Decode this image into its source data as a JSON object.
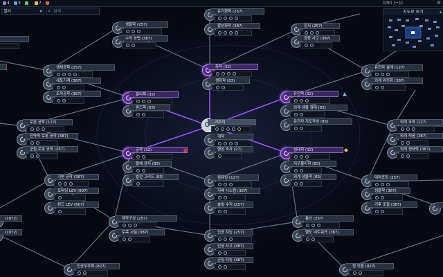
{
  "topbar": {
    "resources": [
      {
        "icon": "culture-icon",
        "value": "4",
        "color": "#9b7bd8"
      },
      {
        "icon": "science-icon",
        "value": "3",
        "color": "#4aa8e8"
      },
      {
        "icon": "food-icon",
        "value": "",
        "color": "#6cc46a"
      },
      {
        "icon": "energy-icon",
        "value": "7",
        "color": "#e8c23a"
      },
      {
        "icon": "influence-icon",
        "value": "",
        "color": "#d86060"
      }
    ],
    "turn_info": "0/90 (+1)"
  },
  "filter": {
    "value": "필터"
  },
  "search": {
    "placeholder": "검색"
  },
  "minimap": {
    "title": "지도로 보기"
  },
  "techs": [
    {
      "id": "t0",
      "name": "생물학 (257)",
      "state": "normal"
    },
    {
      "id": "t1",
      "name": "수직 농법 (387)",
      "state": "normal"
    },
    {
      "id": "t2",
      "name": "유기화학 (257)",
      "state": "normal"
    },
    {
      "id": "t3",
      "name": "합성화학 (387)",
      "state": "normal"
    },
    {
      "id": "t4",
      "name": "진지 (257)",
      "state": "normal"
    },
    {
      "id": "t5",
      "name": "공동 사고 (387)",
      "state": "normal"
    },
    {
      "id": "t6",
      "name": "유전자 설계 (127)",
      "state": "normal"
    },
    {
      "id": "t7",
      "name": "외계 위진화 (387)",
      "state": "normal"
    },
    {
      "id": "t8",
      "name": "생체공학 (257)",
      "state": "normal"
    },
    {
      "id": "t9",
      "name": "세포기계 (387)",
      "state": "normal"
    },
    {
      "id": "t10",
      "name": "조직공학 (387)",
      "state": "normal"
    },
    {
      "id": "t11",
      "name": "화학 (32)",
      "state": "avail"
    },
    {
      "id": "t12",
      "name": "생화학 (83)",
      "state": "normal"
    },
    {
      "id": "t13",
      "name": "물리학 (32)",
      "state": "avail"
    },
    {
      "id": "t14",
      "name": "핀드학 (83)",
      "state": "normal"
    },
    {
      "id": "t15",
      "name": "유전학 (32)",
      "state": "avail"
    },
    {
      "id": "t16",
      "name": "외계 생물 형태 (83)",
      "state": "normal"
    },
    {
      "id": "t17",
      "name": "유전자 지도작성 (83)",
      "state": "normal"
    },
    {
      "id": "t18",
      "name": "로봇 공학 (127)",
      "state": "normal"
    },
    {
      "id": "t19",
      "name": "전략적 로봇 공학 (387)",
      "state": "normal"
    },
    {
      "id": "t20",
      "name": "군집 로봇 공학 (257)",
      "state": "normal"
    },
    {
      "id": "t21",
      "name": "거주지",
      "state": "done"
    },
    {
      "id": "t22",
      "name": "개척",
      "state": "normal"
    },
    {
      "id": "t23",
      "name": "행성 조사 (27)",
      "state": "normal"
    },
    {
      "id": "t24",
      "name": "외계 과학 (127)",
      "state": "normal"
    },
    {
      "id": "t25",
      "name": "외계 적응 (387)",
      "state": "normal"
    },
    {
      "id": "t26",
      "name": "외계 생태학 (387)",
      "state": "normal"
    },
    {
      "id": "t27",
      "name": "공학 (32)",
      "state": "avail"
    },
    {
      "id": "t28",
      "name": "물체 감지 (83)",
      "state": "normal"
    },
    {
      "id": "t29",
      "name": "발전 그리드 (83)",
      "state": "normal"
    },
    {
      "id": "t30",
      "name": "생태학 (32)",
      "state": "avail"
    },
    {
      "id": "t31",
      "name": "지구물리학 (83)",
      "state": "normal"
    },
    {
      "id": "t32",
      "name": "외계 생물학 (83)",
      "state": "normal"
    },
    {
      "id": "t33",
      "name": "기편 공학 (387)",
      "state": "normal"
    },
    {
      "id": "t34",
      "name": "포워딩 LEV (607)",
      "state": "normal"
    },
    {
      "id": "t35",
      "name": "핀드 LEV (607)",
      "state": "normal"
    },
    {
      "id": "t36",
      "name": "컴퓨팅 (127)",
      "state": "normal"
    },
    {
      "id": "t37",
      "name": "지배 시스템 (387)",
      "state": "normal"
    },
    {
      "id": "t38",
      "name": "솔릴 수직 (257)",
      "state": "normal"
    },
    {
      "id": "t39",
      "name": "테라포밍 (257)",
      "state": "normal"
    },
    {
      "id": "t40",
      "name": "생물학 (387)",
      "state": "normal"
    },
    {
      "id": "t41",
      "name": "기후 조절 (387)",
      "state": "normal"
    },
    {
      "id": "t42",
      "name": "제작구상 (257)",
      "state": "normal"
    },
    {
      "id": "t43",
      "name": "토목 시설 (387)",
      "state": "normal"
    },
    {
      "id": "t44",
      "name": "인공 지능 (257)",
      "state": "normal"
    },
    {
      "id": "t45",
      "name": "인공 사고 (387)",
      "state": "normal"
    },
    {
      "id": "t46",
      "name": "군집 지능 (387)",
      "state": "normal"
    },
    {
      "id": "t47",
      "name": "통신 (257)",
      "state": "normal"
    },
    {
      "id": "t48",
      "name": "행도 네트워크 (387)",
      "state": "normal"
    },
    {
      "id": "t49",
      "name": "인공우주학 (827)",
      "state": "normal"
    },
    {
      "id": "t50",
      "name": "(1072)",
      "state": "normal"
    },
    {
      "id": "t51",
      "name": "(1072)",
      "state": "normal"
    },
    {
      "id": "t52",
      "name": "접 이론 (827)",
      "state": "normal"
    }
  ]
}
